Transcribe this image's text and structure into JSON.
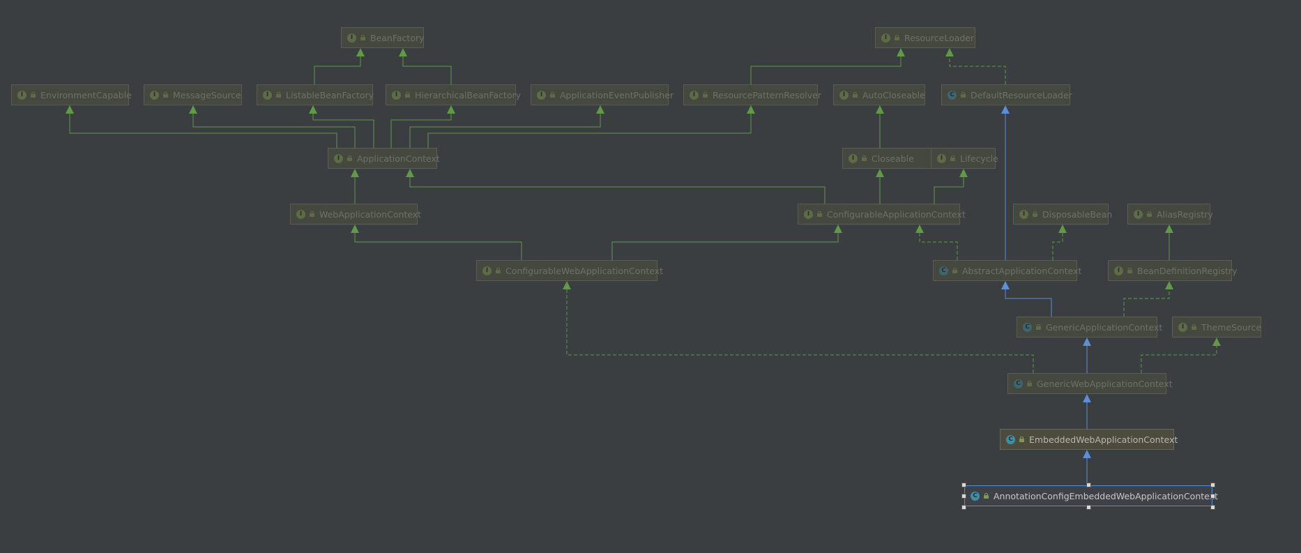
{
  "nodes": [
    {
      "id": "BeanFactory",
      "label": "BeanFactory",
      "kind": "I"
    },
    {
      "id": "ResourceLoader",
      "label": "ResourceLoader",
      "kind": "I"
    },
    {
      "id": "EnvironmentCapable",
      "label": "EnvironmentCapable",
      "kind": "I"
    },
    {
      "id": "MessageSource",
      "label": "MessageSource",
      "kind": "I"
    },
    {
      "id": "ListableBeanFactory",
      "label": "ListableBeanFactory",
      "kind": "I"
    },
    {
      "id": "HierarchicalBeanFactory",
      "label": "HierarchicalBeanFactory",
      "kind": "I"
    },
    {
      "id": "ApplicationEventPublisher",
      "label": "ApplicationEventPublisher",
      "kind": "I"
    },
    {
      "id": "ResourcePatternResolver",
      "label": "ResourcePatternResolver",
      "kind": "I"
    },
    {
      "id": "AutoCloseable",
      "label": "AutoCloseable",
      "kind": "I"
    },
    {
      "id": "DefaultResourceLoader",
      "label": "DefaultResourceLoader",
      "kind": "C"
    },
    {
      "id": "ApplicationContext",
      "label": "ApplicationContext",
      "kind": "I"
    },
    {
      "id": "Closeable",
      "label": "Closeable",
      "kind": "I"
    },
    {
      "id": "Lifecycle",
      "label": "Lifecycle",
      "kind": "I"
    },
    {
      "id": "WebApplicationContext",
      "label": "WebApplicationContext",
      "kind": "I"
    },
    {
      "id": "ConfigurableApplicationContext",
      "label": "ConfigurableApplicationContext",
      "kind": "I"
    },
    {
      "id": "DisposableBean",
      "label": "DisposableBean",
      "kind": "I"
    },
    {
      "id": "AliasRegistry",
      "label": "AliasRegistry",
      "kind": "I"
    },
    {
      "id": "ConfigurableWebApplicationContext",
      "label": "ConfigurableWebApplicationContext",
      "kind": "I"
    },
    {
      "id": "AbstractApplicationContext",
      "label": "AbstractApplicationContext",
      "kind": "C"
    },
    {
      "id": "BeanDefinitionRegistry",
      "label": "BeanDefinitionRegistry",
      "kind": "I"
    },
    {
      "id": "GenericApplicationContext",
      "label": "GenericApplicationContext",
      "kind": "C"
    },
    {
      "id": "ThemeSource",
      "label": "ThemeSource",
      "kind": "I"
    },
    {
      "id": "GenericWebApplicationContext",
      "label": "GenericWebApplicationContext",
      "kind": "C"
    },
    {
      "id": "EmbeddedWebApplicationContext",
      "label": "EmbeddedWebApplicationContext",
      "kind": "C"
    },
    {
      "id": "AnnotationConfigEmbeddedWebApplicationContext",
      "label": "AnnotationConfigEmbeddedWebApplicationContext",
      "kind": "C"
    }
  ],
  "relations": {
    "extends_interface": [
      [
        "ListableBeanFactory",
        "BeanFactory"
      ],
      [
        "HierarchicalBeanFactory",
        "BeanFactory"
      ],
      [
        "ResourcePatternResolver",
        "ResourceLoader"
      ],
      [
        "ApplicationContext",
        "EnvironmentCapable"
      ],
      [
        "ApplicationContext",
        "MessageSource"
      ],
      [
        "ApplicationContext",
        "ListableBeanFactory"
      ],
      [
        "ApplicationContext",
        "HierarchicalBeanFactory"
      ],
      [
        "ApplicationContext",
        "ApplicationEventPublisher"
      ],
      [
        "ApplicationContext",
        "ResourcePatternResolver"
      ],
      [
        "Closeable",
        "AutoCloseable"
      ],
      [
        "WebApplicationContext",
        "ApplicationContext"
      ],
      [
        "ConfigurableApplicationContext",
        "ApplicationContext"
      ],
      [
        "ConfigurableApplicationContext",
        "Closeable"
      ],
      [
        "ConfigurableApplicationContext",
        "Lifecycle"
      ],
      [
        "ConfigurableWebApplicationContext",
        "WebApplicationContext"
      ],
      [
        "ConfigurableWebApplicationContext",
        "ConfigurableApplicationContext"
      ],
      [
        "BeanDefinitionRegistry",
        "AliasRegistry"
      ]
    ],
    "implements": [
      [
        "DefaultResourceLoader",
        "ResourceLoader"
      ],
      [
        "AbstractApplicationContext",
        "ConfigurableApplicationContext"
      ],
      [
        "AbstractApplicationContext",
        "DisposableBean"
      ],
      [
        "GenericApplicationContext",
        "BeanDefinitionRegistry"
      ],
      [
        "GenericWebApplicationContext",
        "ConfigurableWebApplicationContext"
      ],
      [
        "GenericWebApplicationContext",
        "ThemeSource"
      ]
    ],
    "extends_class": [
      [
        "AbstractApplicationContext",
        "DefaultResourceLoader"
      ],
      [
        "GenericApplicationContext",
        "AbstractApplicationContext"
      ],
      [
        "GenericWebApplicationContext",
        "GenericApplicationContext"
      ],
      [
        "EmbeddedWebApplicationContext",
        "GenericWebApplicationContext"
      ],
      [
        "AnnotationConfigEmbeddedWebApplicationContext",
        "EmbeddedWebApplicationContext"
      ]
    ]
  },
  "highlighted": "EmbeddedWebApplicationContext",
  "selected": "AnnotationConfigEmbeddedWebApplicationContext",
  "colors": {
    "background": "#3b3e41",
    "interface_edge": "#5f9a45",
    "class_edge": "#5b8fd9",
    "selection": "#4e8fd8"
  }
}
